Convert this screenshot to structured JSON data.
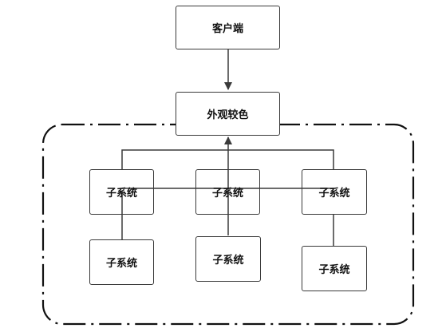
{
  "nodes": {
    "client": "客户端",
    "facade": "外观较色",
    "sub_top_left": "子系统",
    "sub_top_center": "子系统",
    "sub_top_right": "子系统",
    "sub_bottom_left": "子系统",
    "sub_bottom_center": "子系统",
    "sub_bottom_right": "子系统"
  }
}
